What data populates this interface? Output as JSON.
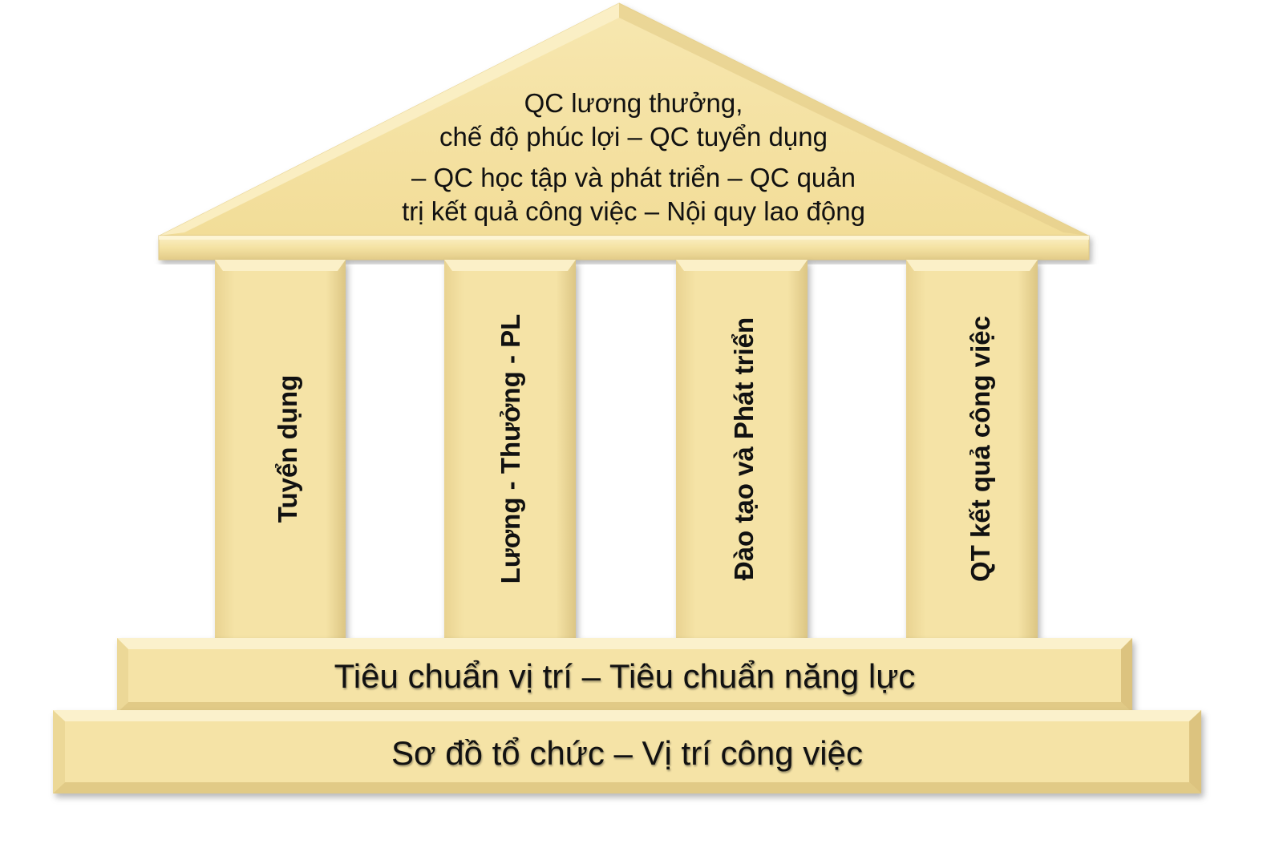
{
  "roof": {
    "line1": "QC lương thưởng,",
    "line2": "chế độ phúc lợi – QC tuyển dụng",
    "line3": "– QC học tập và phát triển – QC quản",
    "line4": "trị kết quả công việc – Nội quy lao động"
  },
  "pillars": [
    {
      "label": "Tuyển dụng"
    },
    {
      "label": "Lương - Thưởng - PL"
    },
    {
      "label": "Đào tạo và Phát triển"
    },
    {
      "label": "QT kết quả công việc"
    }
  ],
  "steps": {
    "upper": "Tiêu chuẩn vị trí – Tiêu chuẩn năng lực",
    "lower": "Sơ đồ tổ chức – Vị trí công việc"
  },
  "colors": {
    "fill": "#f5e3a6",
    "fill_light": "#fbf0c6",
    "fill_dark": "#d9c27c",
    "shadow": "#b8a468"
  }
}
